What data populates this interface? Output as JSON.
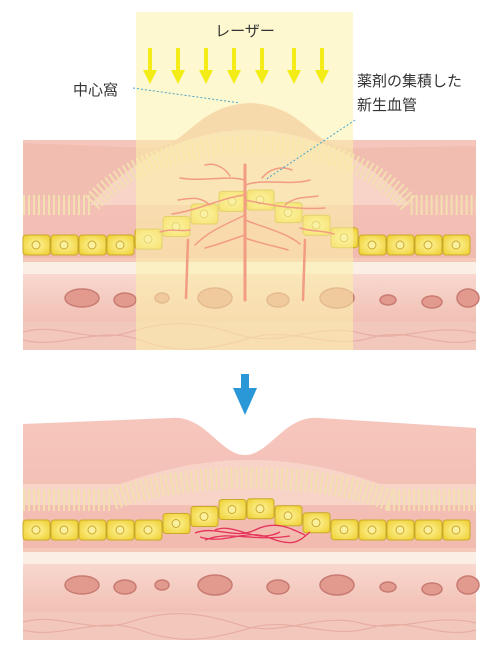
{
  "labels": {
    "laser": "レーザー",
    "fovea": "中心窩",
    "neovasc_line1": "薬剤の集積した",
    "neovasc_line2": "新生血管"
  },
  "colors": {
    "laser_beam": "#fbf6c4",
    "laser_arrow": "#f4ec16",
    "retina": "#efb7ac",
    "cell_fill": "#f4dc46",
    "vessel": "#e6335a",
    "flow_arrow": "#2a97d6",
    "leader_line": "#4aa3cc"
  },
  "icons": [
    "laser-arrow-icon",
    "down-arrow-icon"
  ]
}
